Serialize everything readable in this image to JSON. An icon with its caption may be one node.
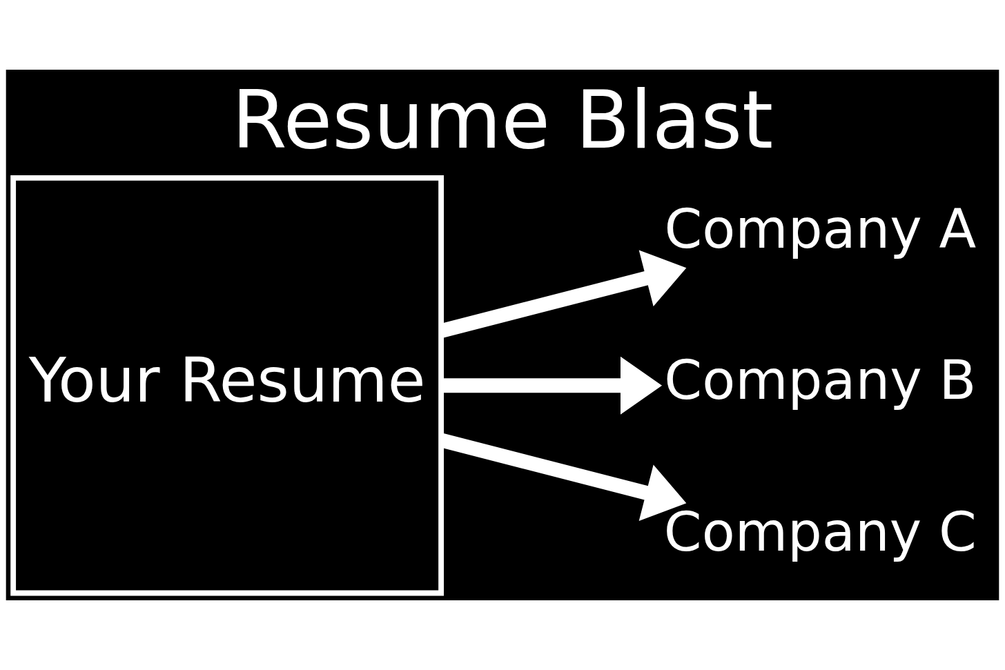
{
  "diagram": {
    "title": "Resume Blast",
    "nodes": [
      {
        "text": [
          "Your Resume"
        ]
      },
      {
        "text": [
          "Company A"
        ]
      },
      {
        "text": [
          "Company B"
        ]
      },
      {
        "text": [
          "Company C"
        ]
      }
    ],
    "edges": [
      {
        "from": 0,
        "to": 1,
        "arrow": "to"
      },
      {
        "from": 0,
        "to": 2,
        "arrow": "to"
      },
      {
        "from": 0,
        "to": 3,
        "arrow": "to"
      }
    ]
  }
}
